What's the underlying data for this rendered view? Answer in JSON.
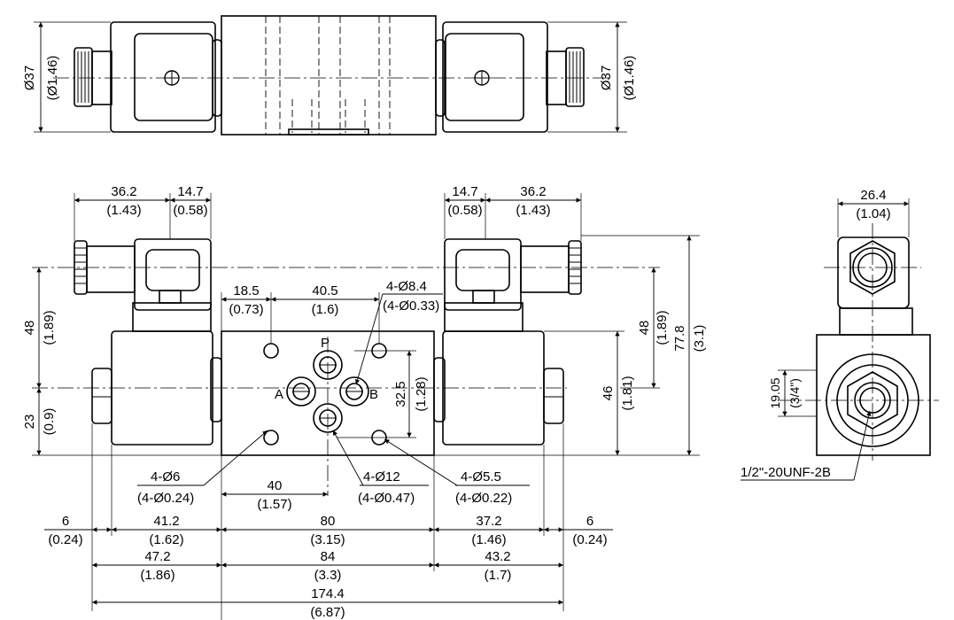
{
  "top_view": {
    "dia_left": "Ø37",
    "dia_left_in": "(Ø1.46)",
    "dia_right": "Ø37",
    "dia_right_in": "(Ø1.46)"
  },
  "front_view": {
    "top_left_w": "36.2",
    "top_left_w_in": "(1.43)",
    "top_left_w2": "14.7",
    "top_left_w2_in": "(0.58)",
    "top_right_w2": "14.7",
    "top_right_w2_in": "(0.58)",
    "top_right_w": "36.2",
    "top_right_w_in": "(1.43)",
    "hole_x": "18.5",
    "hole_x_in": "(0.73)",
    "hole_pitch": "40.5",
    "hole_pitch_in": "(1.6)",
    "bolt_holes": "4-Ø8.4",
    "bolt_holes_in": "(4-Ø0.33)",
    "port_p": "P",
    "port_a": "A",
    "port_b": "B",
    "port_v": "32.5",
    "port_v_in": "(1.28)",
    "left_h_upper": "48",
    "left_h_upper_in": "(1.89)",
    "left_h_lower": "23",
    "left_h_lower_in": "(0.9)",
    "right_h_48": "48",
    "right_h_48_in": "(1.89)",
    "right_h_77": "77.8",
    "right_h_77_in": "(3.1)",
    "body_h": "46",
    "body_h_in": "(1.81)",
    "small_holes": "4-Ø6",
    "small_holes_in": "(4-Ø0.24)",
    "port_x": "40",
    "port_x_in": "(1.57)",
    "ports_dia": "4-Ø12",
    "ports_dia_in": "(4-Ø0.47)",
    "mount_holes": "4-Ø5.5",
    "mount_holes_in": "(4-Ø0.22)",
    "bottom_6_left": "6",
    "bottom_6_left_in": "(0.24)",
    "bottom_41": "41.2",
    "bottom_41_in": "(1.62)",
    "bottom_80": "80",
    "bottom_80_in": "(3.15)",
    "bottom_37": "37.2",
    "bottom_37_in": "(1.46)",
    "bottom_6_right": "6",
    "bottom_6_right_in": "(0.24)",
    "bottom_47": "47.2",
    "bottom_47_in": "(1.86)",
    "bottom_84": "84",
    "bottom_84_in": "(3.3)",
    "bottom_43": "43.2",
    "bottom_43_in": "(1.7)",
    "overall": "174.4",
    "overall_in": "(6.87)"
  },
  "side_view": {
    "width": "26.4",
    "width_in": "(1.04)",
    "port_h": "19.05",
    "port_h_in": "(3/4\")",
    "thread": "1/2\"-20UNF-2B"
  }
}
